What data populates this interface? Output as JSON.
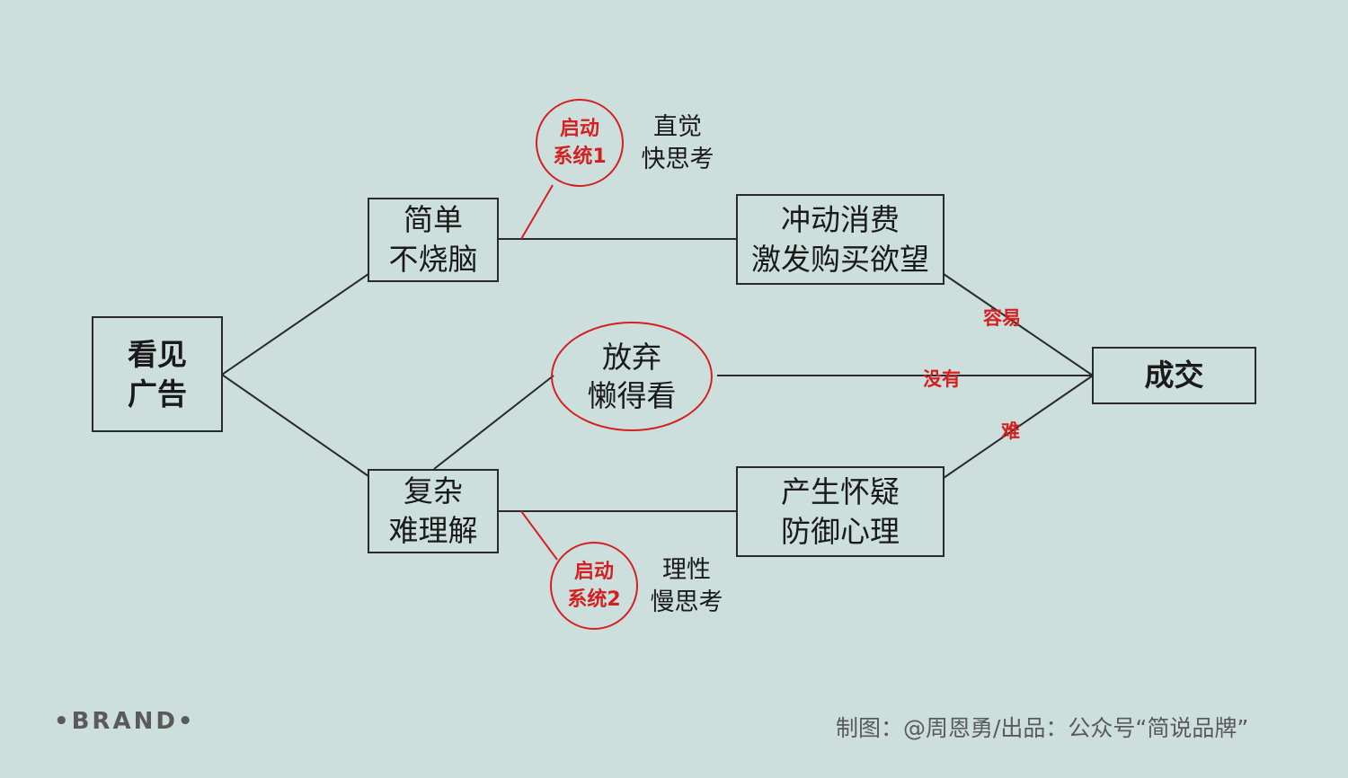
{
  "nodes": {
    "see_ad": {
      "line1": "看见",
      "line2": "广告"
    },
    "simple": {
      "line1": "简单",
      "line2": "不烧脑"
    },
    "complex": {
      "line1": "复杂",
      "line2": "难理解"
    },
    "impulse": {
      "line1": "冲动消费",
      "line2": "激发购买欲望"
    },
    "doubt": {
      "line1": "产生怀疑",
      "line2": "防御心理"
    },
    "give_up": {
      "line1": "放弃",
      "line2": "懒得看"
    },
    "deal": {
      "label": "成交"
    }
  },
  "system1": {
    "line1": "启动",
    "line2": "系统1",
    "note1": "直觉",
    "note2": "快思考"
  },
  "system2": {
    "line1": "启动",
    "line2": "系统2",
    "note1": "理性",
    "note2": "慢思考"
  },
  "edge_labels": {
    "easy": "容易",
    "none": "没有",
    "hard": "难"
  },
  "footer": {
    "brand": "•BRAND•",
    "credit": "制图：@周恩勇/出品：公众号“简说品牌”"
  },
  "colors": {
    "background": "#cddfdd",
    "accent_red": "#d42020",
    "line": "#2a2a2a"
  }
}
